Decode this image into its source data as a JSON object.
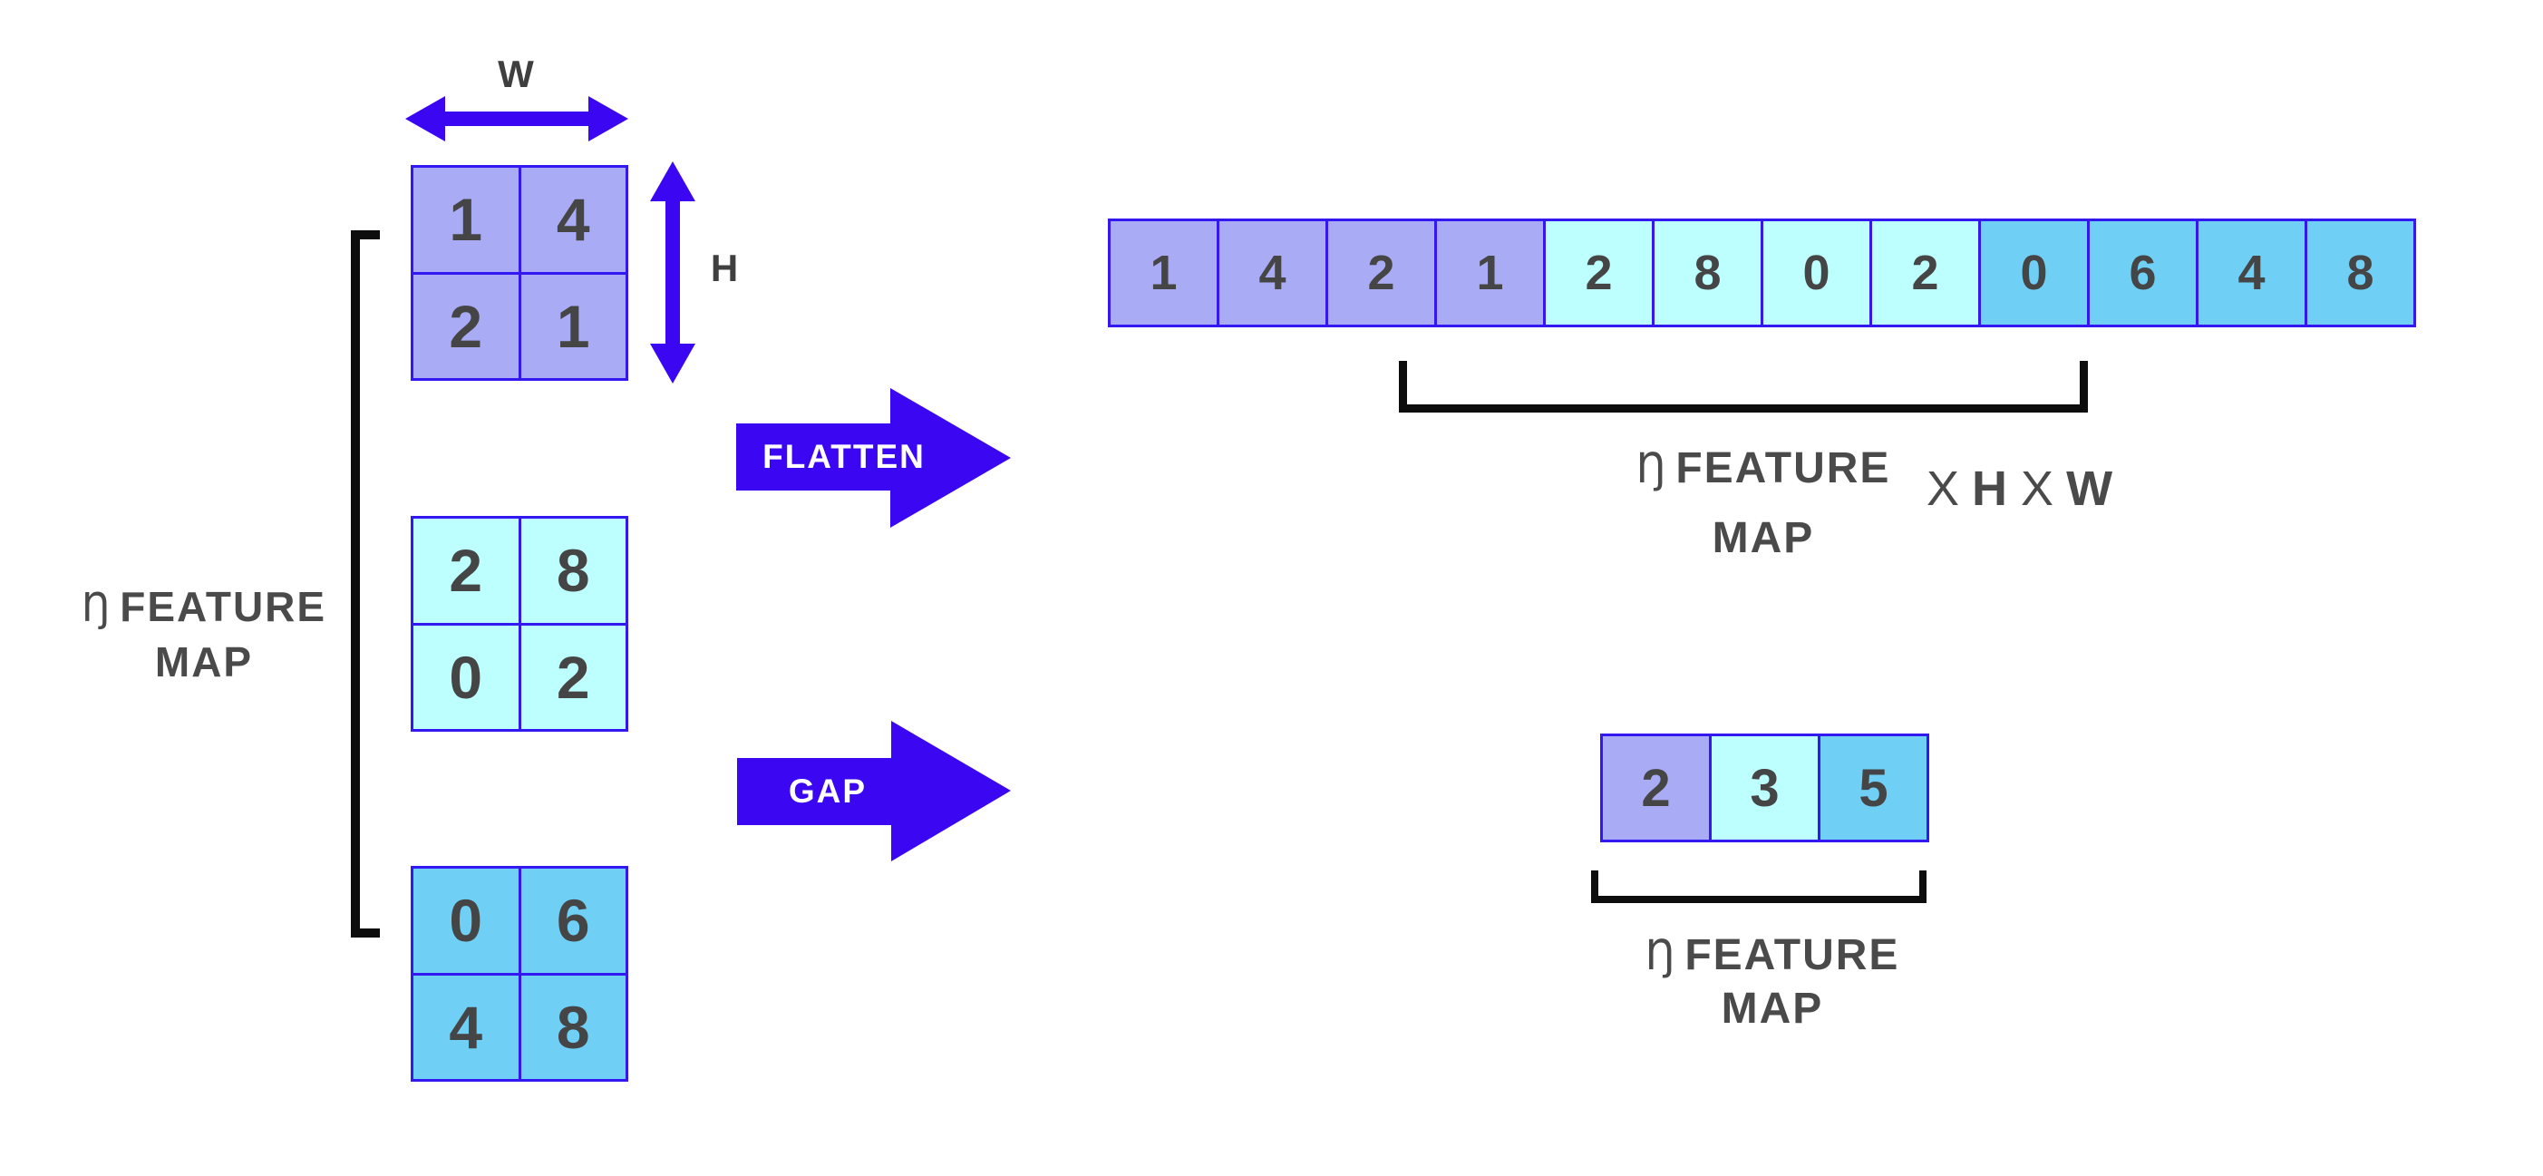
{
  "colors": {
    "accent": "#3b07f2",
    "border": "#3418f2",
    "lavender": "#a9abf4",
    "cyan": "#bdfeff",
    "sky": "#6fcff5",
    "digit": "#454545",
    "label": "#4a4a4a",
    "black": "#0d0d0d"
  },
  "dimension_labels": {
    "width": "W",
    "height": "H"
  },
  "stack_label": {
    "prefix": "Ŋ",
    "line1": "FEATURE",
    "line2": "MAP"
  },
  "feature_maps": [
    {
      "id": "feature-map-1",
      "color": "lavender",
      "rows": [
        [
          "1",
          "4"
        ],
        [
          "2",
          "1"
        ]
      ]
    },
    {
      "id": "feature-map-2",
      "color": "cyan",
      "rows": [
        [
          "2",
          "8"
        ],
        [
          "0",
          "2"
        ]
      ]
    },
    {
      "id": "feature-map-3",
      "color": "sky",
      "rows": [
        [
          "0",
          "6"
        ],
        [
          "4",
          "8"
        ]
      ]
    }
  ],
  "operations": {
    "flatten": "FLATTEN",
    "gap": "GAP"
  },
  "flatten_output": {
    "cells": [
      {
        "value": "1",
        "color": "lavender"
      },
      {
        "value": "4",
        "color": "lavender"
      },
      {
        "value": "2",
        "color": "lavender"
      },
      {
        "value": "1",
        "color": "lavender"
      },
      {
        "value": "2",
        "color": "cyan"
      },
      {
        "value": "8",
        "color": "cyan"
      },
      {
        "value": "0",
        "color": "cyan"
      },
      {
        "value": "2",
        "color": "cyan"
      },
      {
        "value": "0",
        "color": "sky"
      },
      {
        "value": "6",
        "color": "sky"
      },
      {
        "value": "4",
        "color": "sky"
      },
      {
        "value": "8",
        "color": "sky"
      }
    ]
  },
  "flatten_annotation": {
    "prefix": "Ŋ",
    "line1": "FEATURE",
    "line2": "MAP",
    "times1": "X",
    "dim1": "H",
    "times2": "X",
    "dim2": "W"
  },
  "gap_output": {
    "cells": [
      {
        "value": "2",
        "color": "lavender"
      },
      {
        "value": "3",
        "color": "cyan"
      },
      {
        "value": "5",
        "color": "sky"
      }
    ]
  },
  "gap_annotation": {
    "prefix": "Ŋ",
    "line1": "FEATURE",
    "line2": "MAP"
  }
}
